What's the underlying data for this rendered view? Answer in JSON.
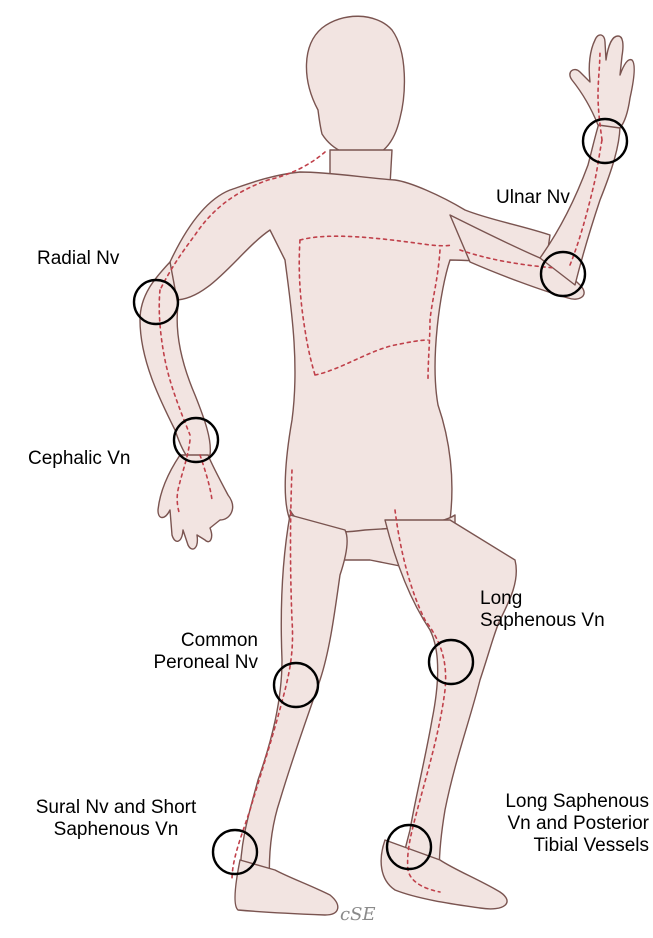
{
  "labels": {
    "ulnar": "Ulnar Nv",
    "radial": "Radial Nv",
    "cephalic": "Cephalic Vn",
    "long_saph_1": "Long",
    "long_saph_2": "Saphenous Vn",
    "common_per_1": "Common",
    "common_per_2": "Peroneal Nv",
    "sural_1": "Sural Nv and Short",
    "sural_2": "Saphenous Vn",
    "lsv_post_1": "Long Saphenous",
    "lsv_post_2": "Vn and Posterior",
    "lsv_post_3": "Tibial Vessels"
  },
  "colors": {
    "skin": "#f2e4e1",
    "outline": "#7a5450",
    "dotted_incision": "#c0404a",
    "marker_ring": "#000000"
  }
}
